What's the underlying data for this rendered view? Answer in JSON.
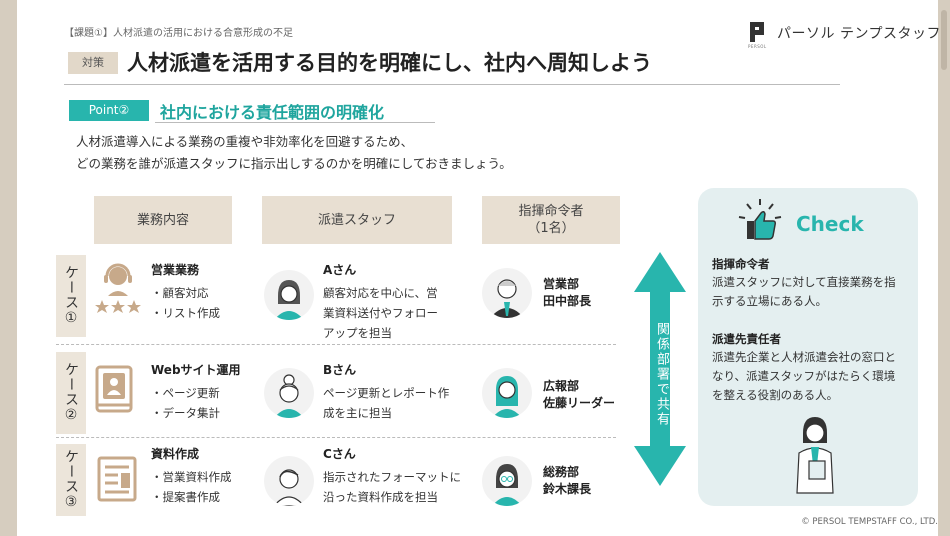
{
  "topic": "【課題①】人材派遣の活用における合意形成の不足",
  "logo": {
    "name": "パーソル テンプスタッフ",
    "small": "PERSOL"
  },
  "tag": "対策",
  "title": "人材派遣を活用する目的を明確にし、社内へ周知しよう",
  "point": {
    "badge": "Point②",
    "title": "社内における責任範囲の明確化"
  },
  "description": [
    "人材派遣導入による業務の重複や非効率化を回避するため、",
    "どの業務を誰が派遣スタッフに指示出しするのかを明確にしておきましょう。"
  ],
  "headers": {
    "duty": "業務内容",
    "staff": "派遣スタッフ",
    "commander_line1": "指揮命令者",
    "commander_line2": "（1名）"
  },
  "cases": [
    {
      "label": "ケース①",
      "duty_title": "営業業務",
      "duty_items": [
        "・顧客対応",
        "・リスト作成"
      ],
      "staff_name": "Aさん",
      "staff_desc": [
        "顧客対応を中心に、営",
        "業資料送付やフォロー",
        "アップを担当"
      ],
      "cmd_dept": "営業部",
      "cmd_name": "田中部長"
    },
    {
      "label": "ケース②",
      "duty_title": "Webサイト運用",
      "duty_items": [
        "・ページ更新",
        "・データ集計"
      ],
      "staff_name": "Bさん",
      "staff_desc": [
        "ページ更新とレポート作",
        "成を主に担当"
      ],
      "cmd_dept": "広報部",
      "cmd_name": "佐藤リーダー"
    },
    {
      "label": "ケース③",
      "duty_title": "資料作成",
      "duty_items": [
        "・営業資料作成",
        "・提案書作成"
      ],
      "staff_name": "Cさん",
      "staff_desc": [
        "指示されたフォーマットに",
        "沿った資料作成を担当"
      ],
      "cmd_dept": "総務部",
      "cmd_name": "鈴木課長"
    }
  ],
  "arrow_label": "関係部署で共有",
  "check": {
    "title": "Check",
    "sections": [
      {
        "heading": "指揮命令者",
        "text": [
          "派遣スタッフに対して直接業務を指",
          "示する立場にある人。"
        ]
      },
      {
        "heading": "派遣先責任者",
        "text": [
          "派遣先企業と人材派遣会社の窓口と",
          "なり、派遣スタッフがはたらく環境",
          "を整える役割のある人。"
        ]
      }
    ]
  },
  "colors": {
    "accent": "#28b5ad",
    "beige": "#e8dfd2",
    "panel": "#e4eff0"
  },
  "copyright": "© PERSOL TEMPSTAFF CO., LTD."
}
